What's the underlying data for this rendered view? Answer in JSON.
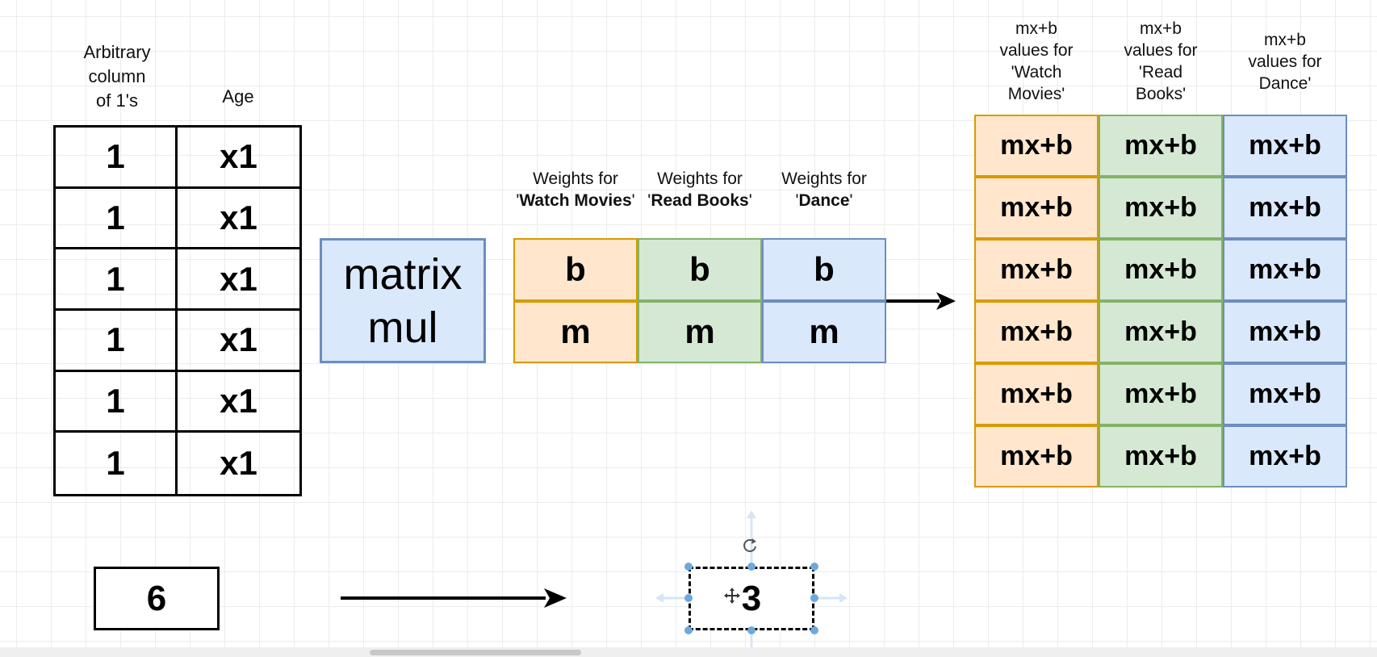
{
  "input": {
    "col1_header": [
      "Arbitrary",
      "column",
      "of 1's"
    ],
    "col2_header": "Age",
    "rows": [
      [
        "1",
        "x1"
      ],
      [
        "1",
        "x1"
      ],
      [
        "1",
        "x1"
      ],
      [
        "1",
        "x1"
      ],
      [
        "1",
        "x1"
      ],
      [
        "1",
        "x1"
      ]
    ]
  },
  "operator": {
    "line1": "matrix",
    "line2": "mul"
  },
  "weights": {
    "headers": [
      {
        "pre": "Weights for",
        "q1": "'",
        "bold": "Watch Movies",
        "q2": "'"
      },
      {
        "pre": "Weights for '",
        "bold": "Read Books",
        "q2": "'"
      },
      {
        "pre": "Weights for",
        "q1": "'",
        "bold": "Dance",
        "q2": "'"
      }
    ],
    "rows": [
      [
        "b",
        "b",
        "b"
      ],
      [
        "m",
        "m",
        "m"
      ]
    ]
  },
  "output": {
    "headers": [
      [
        "mx+b",
        "values for",
        "'Watch",
        "Movies'"
      ],
      [
        "mx+b",
        "values for",
        "'Read",
        "Books'"
      ],
      [
        "mx+b",
        "values for",
        "Dance'"
      ]
    ],
    "cell": "mx+b",
    "row_count": 6
  },
  "bottom": {
    "count": "6",
    "result": "3"
  },
  "colors": {
    "orange_fill": "#ffe6cc",
    "orange_stroke": "#d79b00",
    "green_fill": "#d5e8d4",
    "green_stroke": "#82b366",
    "blue_fill": "#dae8fc",
    "blue_stroke": "#6c8ebf",
    "handle": "#6fa8dc"
  }
}
